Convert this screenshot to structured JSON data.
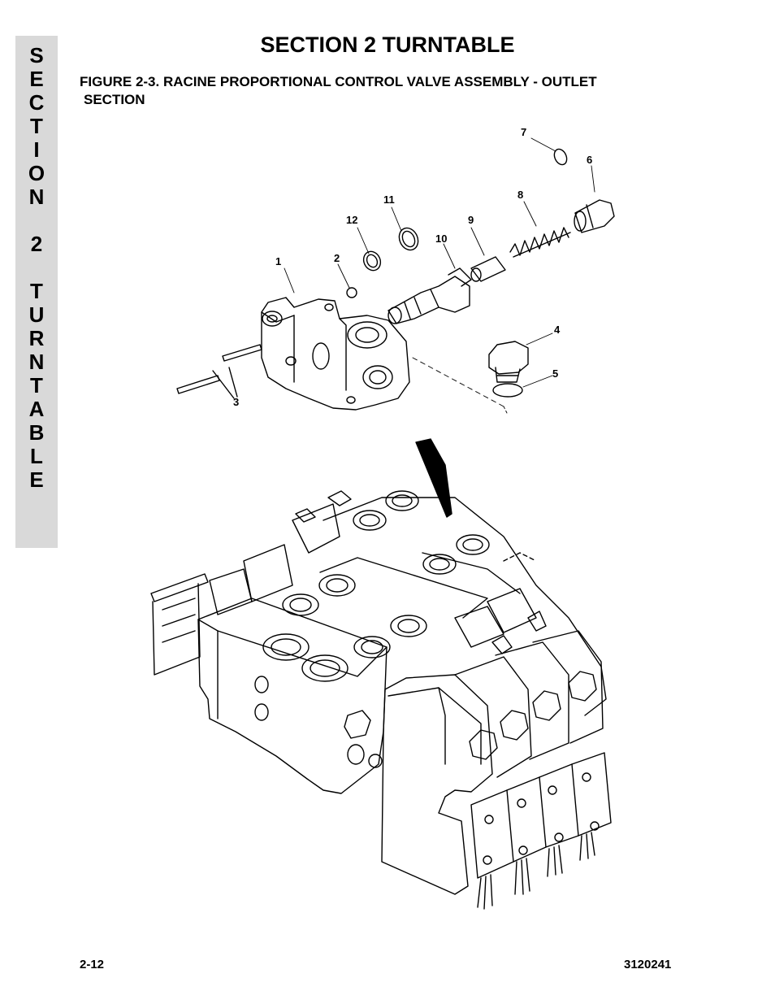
{
  "side_tab": {
    "letters": [
      "S",
      "E",
      "C",
      "T",
      "I",
      "O",
      "N",
      "",
      "2",
      "",
      "T",
      "U",
      "R",
      "N",
      "T",
      "A",
      "B",
      "L",
      "E"
    ]
  },
  "header": {
    "title": "SECTION 2  TURNTABLE"
  },
  "figure": {
    "caption_line1": "FIGURE 2-3.    RACINE PROPORTIONAL CONTROL VALVE ASSEMBLY - OUTLET",
    "caption_line2": "SECTION",
    "callouts": [
      "1",
      "2",
      "3",
      "4",
      "5",
      "6",
      "7",
      "8",
      "9",
      "10",
      "11",
      "12"
    ]
  },
  "footer": {
    "page_number": "2-12",
    "document_number": "3120241"
  }
}
